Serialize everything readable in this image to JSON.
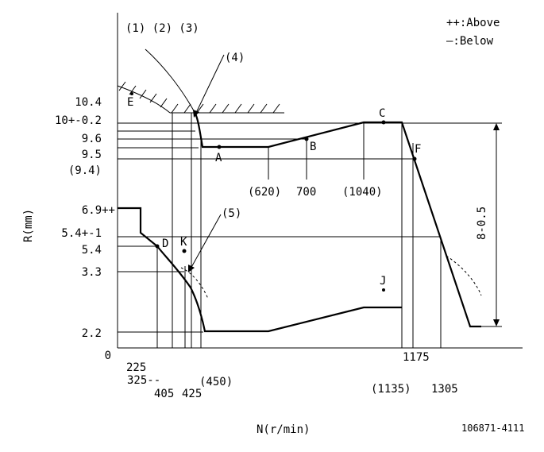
{
  "curve_tags": "(1) (2) (3)",
  "legend": {
    "above": "++:Above",
    "below": "—:Below"
  },
  "axes": {
    "y_label": "R(mm)",
    "x_label": "N(r/min)",
    "origin": "0"
  },
  "y_ticks": [
    "10.4",
    "10+-0.2",
    "9.6",
    "9.5",
    "(9.4)",
    "6.9++",
    "5.4+-1",
    "5.4",
    "3.3",
    "2.2"
  ],
  "x_ticks": [
    "225",
    "325--",
    "405",
    "425",
    "(450)",
    "(620)",
    "700",
    "(1040)",
    "(1135)",
    "1175",
    "1305"
  ],
  "points": {
    "A": "A",
    "B": "B",
    "C": "C",
    "D": "D",
    "E": "E",
    "F": "F",
    "J": "J",
    "K": "K"
  },
  "callouts": {
    "c4": "(4)",
    "c5": "(5)"
  },
  "dimension": "8-0.5",
  "drawing_no": "106871-4111"
}
